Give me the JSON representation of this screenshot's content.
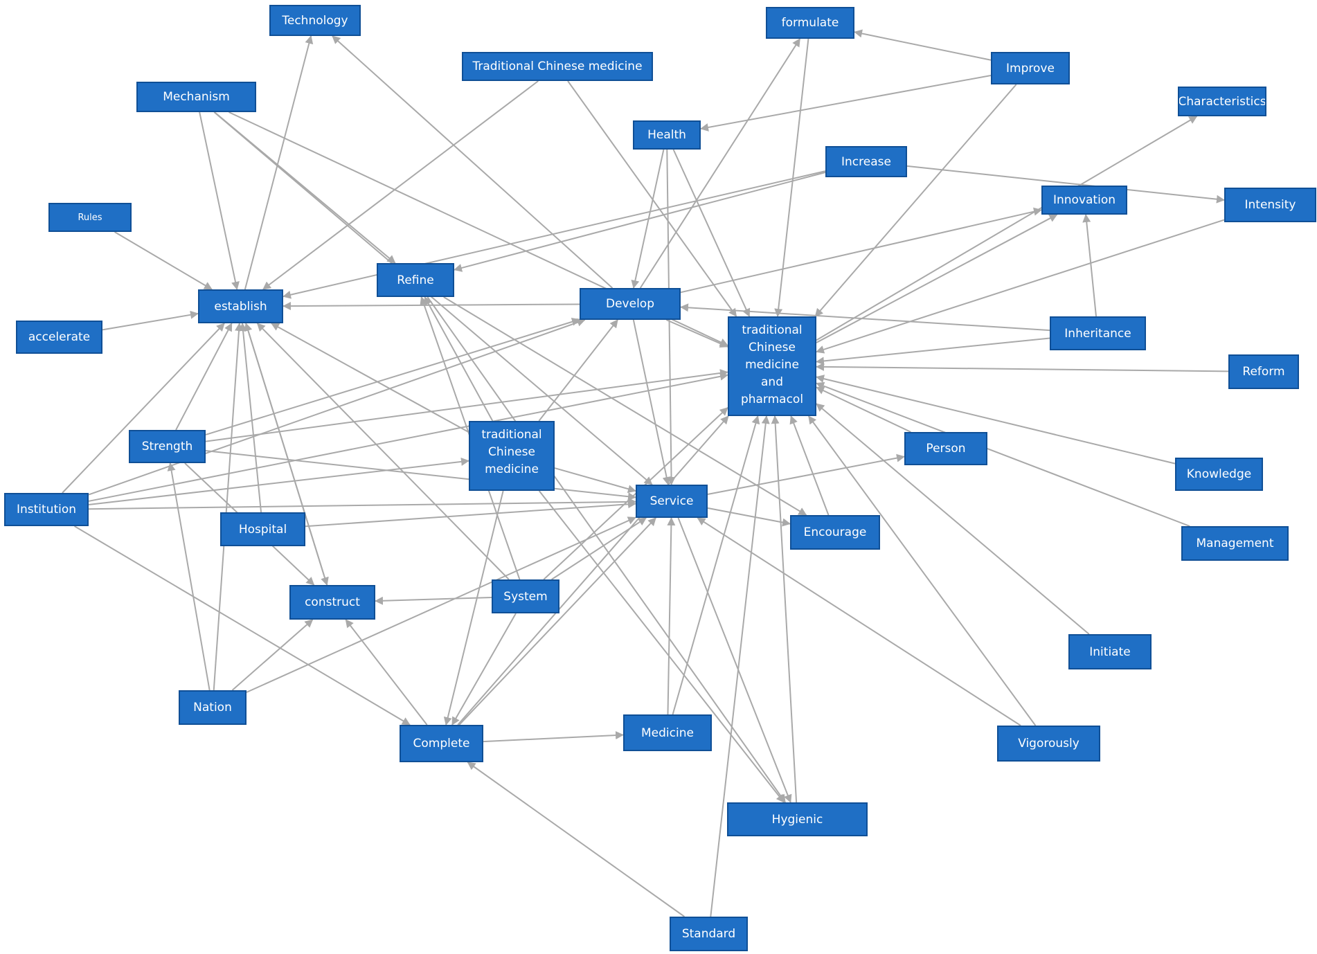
{
  "diagram": {
    "type": "directed-network",
    "colors": {
      "node_fill": "#1f6fc5",
      "node_border": "#0f4f96",
      "node_text": "#ffffff",
      "edge": "#a9a9a9"
    },
    "nodes": [
      {
        "id": "technology",
        "label": "Technology"
      },
      {
        "id": "formulate",
        "label": "formulate"
      },
      {
        "id": "tcm_top",
        "label": "Traditional Chinese medicine"
      },
      {
        "id": "improve",
        "label": "Improve"
      },
      {
        "id": "mechanism",
        "label": "Mechanism"
      },
      {
        "id": "health",
        "label": "Health"
      },
      {
        "id": "characteristics",
        "label": "Characteristics"
      },
      {
        "id": "increase",
        "label": "Increase"
      },
      {
        "id": "innovation",
        "label": "Innovation"
      },
      {
        "id": "intensity",
        "label": "Intensity"
      },
      {
        "id": "rules",
        "label": "Rules"
      },
      {
        "id": "refine",
        "label": "Refine"
      },
      {
        "id": "establish",
        "label": "establish"
      },
      {
        "id": "develop",
        "label": "Develop"
      },
      {
        "id": "tcmp",
        "label": "traditional Chinese medicine and pharmacol"
      },
      {
        "id": "inheritance",
        "label": "Inheritance"
      },
      {
        "id": "accelerate",
        "label": "accelerate"
      },
      {
        "id": "reform",
        "label": "Reform"
      },
      {
        "id": "strength",
        "label": "Strength"
      },
      {
        "id": "tcm_mid",
        "label": "traditional Chinese medicine"
      },
      {
        "id": "person",
        "label": "Person"
      },
      {
        "id": "knowledge",
        "label": "Knowledge"
      },
      {
        "id": "institution",
        "label": "Institution"
      },
      {
        "id": "service",
        "label": "Service"
      },
      {
        "id": "hospital",
        "label": "Hospital"
      },
      {
        "id": "encourage",
        "label": "Encourage"
      },
      {
        "id": "management",
        "label": "Management"
      },
      {
        "id": "construct",
        "label": "construct"
      },
      {
        "id": "system",
        "label": "System"
      },
      {
        "id": "initiate",
        "label": "Initiate"
      },
      {
        "id": "nation",
        "label": "Nation"
      },
      {
        "id": "medicine",
        "label": "Medicine"
      },
      {
        "id": "complete",
        "label": "Complete"
      },
      {
        "id": "vigorously",
        "label": "Vigorously"
      },
      {
        "id": "hygienic",
        "label": "Hygienic"
      },
      {
        "id": "standard",
        "label": "Standard"
      }
    ],
    "edges": [
      [
        "establish",
        "technology"
      ],
      [
        "tcm_top",
        "establish"
      ],
      [
        "develop",
        "technology"
      ],
      [
        "tcm_top",
        "tcmp"
      ],
      [
        "improve",
        "formulate"
      ],
      [
        "improve",
        "health"
      ],
      [
        "develop",
        "formulate"
      ],
      [
        "formulate",
        "tcmp"
      ],
      [
        "improve",
        "tcmp"
      ],
      [
        "mechanism",
        "establish"
      ],
      [
        "mechanism",
        "refine"
      ],
      [
        "mechanism",
        "tcmp"
      ],
      [
        "mechanism",
        "service"
      ],
      [
        "health",
        "develop"
      ],
      [
        "health",
        "service"
      ],
      [
        "health",
        "tcmp"
      ],
      [
        "increase",
        "establish"
      ],
      [
        "increase",
        "refine"
      ],
      [
        "increase",
        "intensity"
      ],
      [
        "tcmp",
        "characteristics"
      ],
      [
        "develop",
        "innovation"
      ],
      [
        "inheritance",
        "innovation"
      ],
      [
        "intensity",
        "tcmp"
      ],
      [
        "rules",
        "establish"
      ],
      [
        "refine",
        "hygienic"
      ],
      [
        "develop",
        "establish"
      ],
      [
        "develop",
        "tcmp"
      ],
      [
        "develop",
        "service"
      ],
      [
        "inheritance",
        "develop"
      ],
      [
        "inheritance",
        "tcmp"
      ],
      [
        "accelerate",
        "establish"
      ],
      [
        "reform",
        "tcmp"
      ],
      [
        "strength",
        "establish"
      ],
      [
        "strength",
        "develop"
      ],
      [
        "strength",
        "tcmp"
      ],
      [
        "strength",
        "service"
      ],
      [
        "strength",
        "construct"
      ],
      [
        "tcm_mid",
        "establish"
      ],
      [
        "tcm_mid",
        "develop"
      ],
      [
        "tcm_mid",
        "refine"
      ],
      [
        "tcm_mid",
        "service"
      ],
      [
        "tcm_mid",
        "complete"
      ],
      [
        "tcm_mid",
        "hygienic"
      ],
      [
        "tcmp",
        "innovation"
      ],
      [
        "person",
        "tcmp"
      ],
      [
        "service",
        "person"
      ],
      [
        "knowledge",
        "tcmp"
      ],
      [
        "institution",
        "establish"
      ],
      [
        "institution",
        "develop"
      ],
      [
        "institution",
        "tcm_mid"
      ],
      [
        "institution",
        "service"
      ],
      [
        "institution",
        "complete"
      ],
      [
        "institution",
        "tcmp"
      ],
      [
        "service",
        "encourage"
      ],
      [
        "hospital",
        "establish"
      ],
      [
        "hospital",
        "service"
      ],
      [
        "encourage",
        "tcmp"
      ],
      [
        "refine",
        "encourage"
      ],
      [
        "management",
        "tcmp"
      ],
      [
        "establish",
        "construct"
      ],
      [
        "construct",
        "establish"
      ],
      [
        "system",
        "construct"
      ],
      [
        "system",
        "establish"
      ],
      [
        "system",
        "refine"
      ],
      [
        "system",
        "service"
      ],
      [
        "system",
        "tcmp"
      ],
      [
        "system",
        "complete"
      ],
      [
        "initiate",
        "tcmp"
      ],
      [
        "nation",
        "establish"
      ],
      [
        "nation",
        "construct"
      ],
      [
        "nation",
        "strength"
      ],
      [
        "nation",
        "service"
      ],
      [
        "medicine",
        "service"
      ],
      [
        "medicine",
        "tcmp"
      ],
      [
        "complete",
        "construct"
      ],
      [
        "complete",
        "medicine"
      ],
      [
        "complete",
        "service"
      ],
      [
        "complete",
        "tcmp"
      ],
      [
        "vigorously",
        "service"
      ],
      [
        "vigorously",
        "tcmp"
      ],
      [
        "hygienic",
        "tcmp"
      ],
      [
        "service",
        "hygienic"
      ],
      [
        "standard",
        "complete"
      ],
      [
        "standard",
        "tcmp"
      ]
    ]
  }
}
